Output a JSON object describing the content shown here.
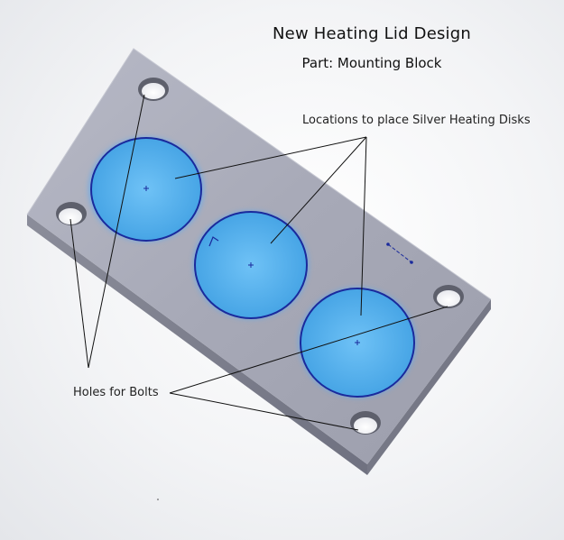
{
  "title": "New Heating Lid Design",
  "subtitle": "Part: Mounting Block",
  "callouts": {
    "disks": "Locations to place Silver Heating Disks",
    "holes": "Holes for Bolts"
  },
  "colors": {
    "plate_top": "#a9acb9",
    "plate_side": "#7f8190",
    "disk_fill": "#4aa8e6",
    "disk_edge": "#1a2a9c",
    "leader_line": "#111111"
  }
}
